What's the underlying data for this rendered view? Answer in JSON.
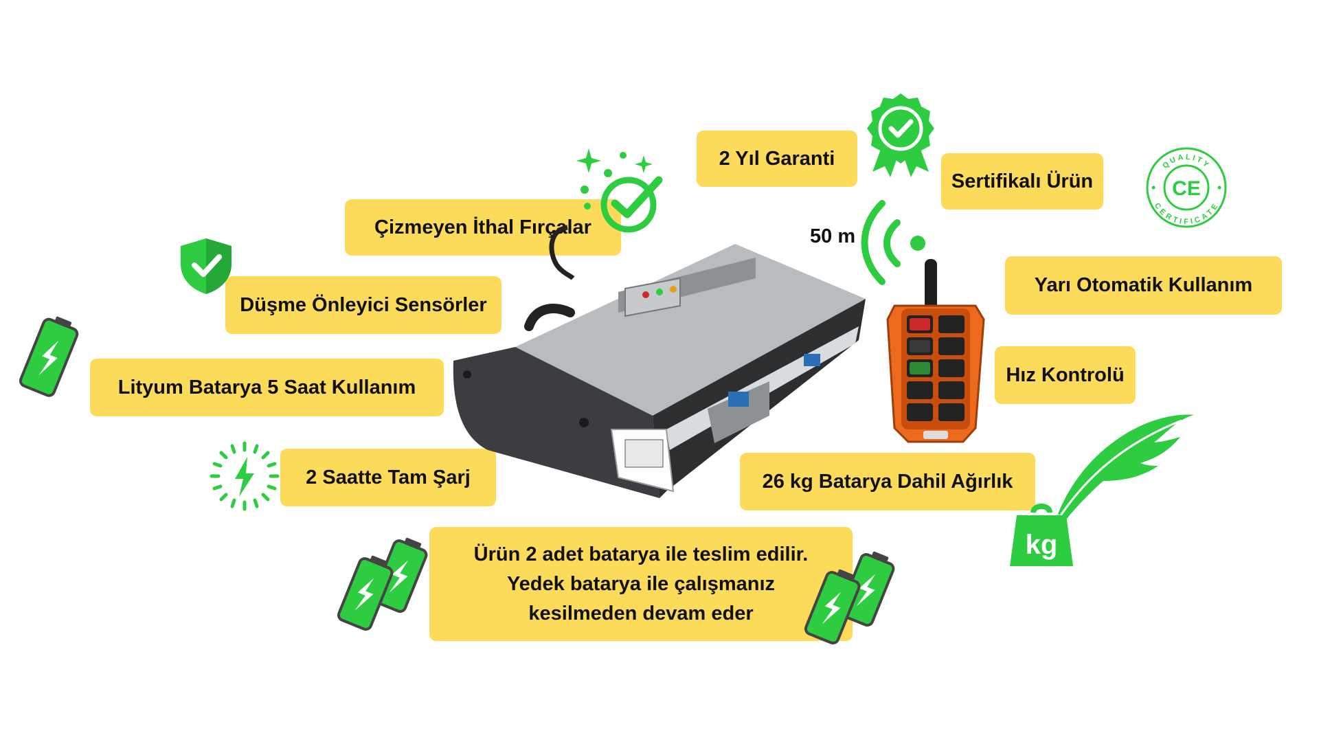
{
  "features": {
    "warranty": "2 Yıl Garanti",
    "certified": "Sertifikalı Ürün",
    "brushes": "Çizmeyen İthal Fırçalar",
    "sensors": "Düşme Önleyici Sensörler",
    "battery_life": "Lityum Batarya 5 Saat Kullanım",
    "charge": "2 Saatte Tam Şarj",
    "semi_auto": "Yarı Otomatik Kullanım",
    "speed": "Hız Kontrolü",
    "weight": "26 kg Batarya Dahil Ağırlık"
  },
  "remote_range": "50 m",
  "delivery_note": {
    "line1": "Ürün 2 adet batarya ile teslim edilir.",
    "line2": "Yedek batarya ile çalışmanız",
    "line3": "kesilmeden devam eder"
  },
  "ce_seal": {
    "top": "QUALITY",
    "bottom": "CERTIFICATE",
    "mark": "CE"
  },
  "weight_badge": "kg",
  "colors": {
    "accent_green": "#2ecc40",
    "label_yellow": "#fcdb5a",
    "remote_orange": "#ec6a1c"
  },
  "icons": [
    "shield-check-icon",
    "sparkle-check-icon",
    "award-badge-icon",
    "ce-quality-seal-icon",
    "wifi-signal-icon",
    "battery-icon",
    "charging-icon",
    "feather-icon",
    "weight-bag-icon"
  ]
}
